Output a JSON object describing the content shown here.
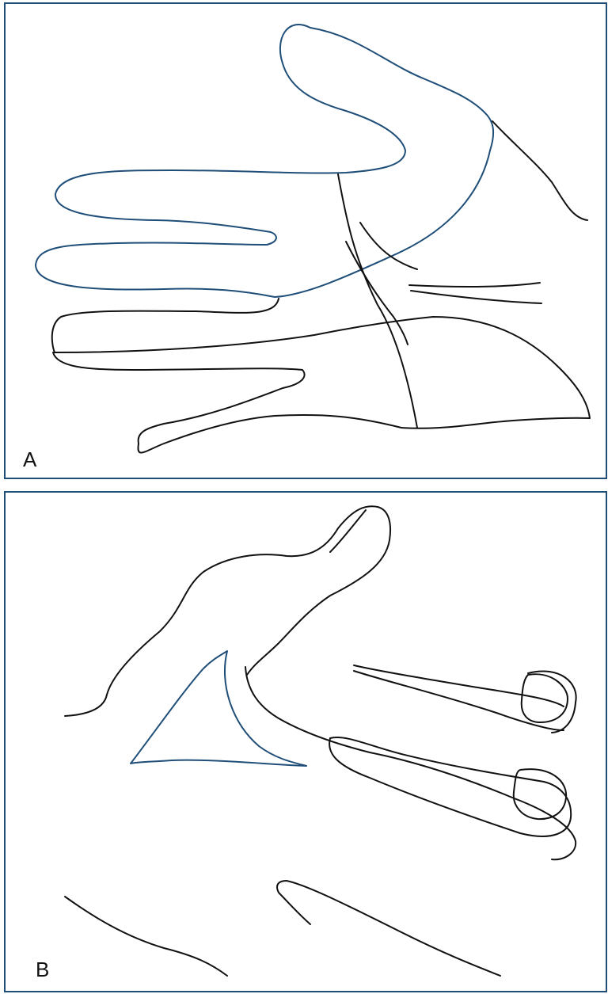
{
  "figure": {
    "panels": [
      {
        "id": "A",
        "label": "A",
        "shaded_regions": [
          "dorsal-hand-blue-hatched",
          "palmar-hand-black-hatched"
        ]
      },
      {
        "id": "B",
        "label": "B",
        "shaded_regions": [
          "first-web-space-blue-hatched"
        ]
      }
    ],
    "colors": {
      "panel_border": "#1f4e79",
      "blue_hatch": "#1f4e79",
      "black_hatch": "#111111",
      "outline": "#111111",
      "background": "#ffffff"
    }
  }
}
